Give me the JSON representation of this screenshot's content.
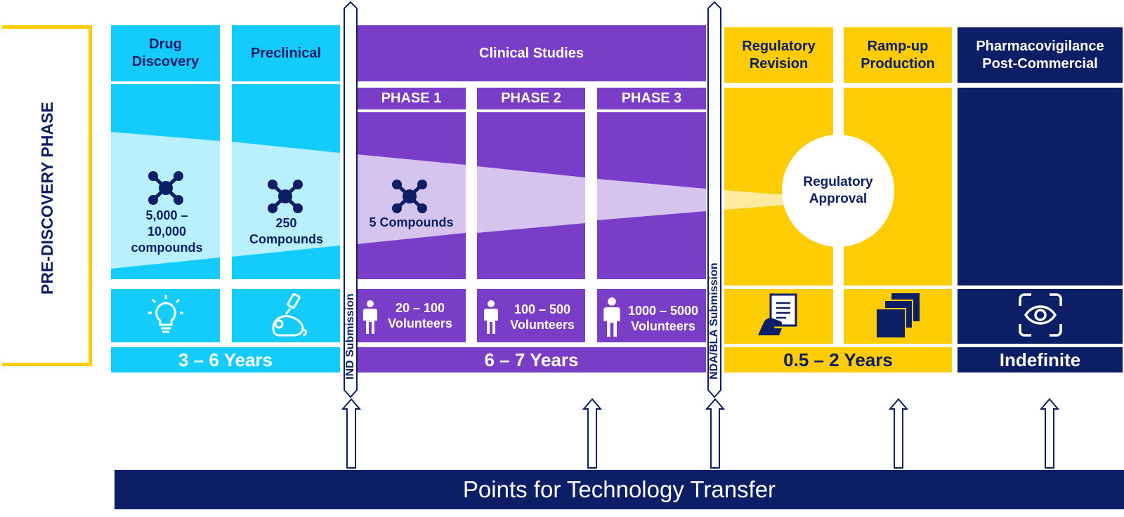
{
  "side_label": "PRE-DISCOVERY PHASE",
  "stages": {
    "drug_discovery": "Drug\nDiscovery",
    "preclinical": "Preclinical",
    "clinical_studies": "Clinical Studies",
    "regulatory_revision": "Regulatory\nRevision",
    "ramp_up": "Ramp-up\nProduction",
    "pharmacovigilance": "Pharmacovigilance\nPost-Commercial"
  },
  "phases": [
    "PHASE 1",
    "PHASE 2",
    "PHASE 3"
  ],
  "compounds": {
    "discovery": "5,000 –\n10,000\ncompounds",
    "preclinical": "250\nCompounds",
    "clinical": "5 Compounds"
  },
  "volunteers": [
    "20 – 100\nVolunteers",
    "100 – 500\nVolunteers",
    "1000 – 5000\nVolunteers"
  ],
  "approval": "Regulatory\nApproval",
  "submissions": {
    "ind": "IND Submission",
    "nda": "NDA/BLA Submission"
  },
  "durations": {
    "discovery": "3 – 6 Years",
    "clinical": "6 – 7 Years",
    "regulatory": "0.5 – 2 Years",
    "postmarket": "Indefinite"
  },
  "footer": "Points for Technology Transfer",
  "colors": {
    "cyan": "#14CCFB",
    "purple": "#7A3DC8",
    "gold": "#FDCC02",
    "navy": "#0B1E66"
  },
  "icons": [
    "molecule-icon",
    "lightbulb-icon",
    "lab-mouse-icon",
    "person-icon",
    "document-hand-icon",
    "stacked-squares-icon",
    "eye-scan-icon",
    "arrow-icon"
  ]
}
